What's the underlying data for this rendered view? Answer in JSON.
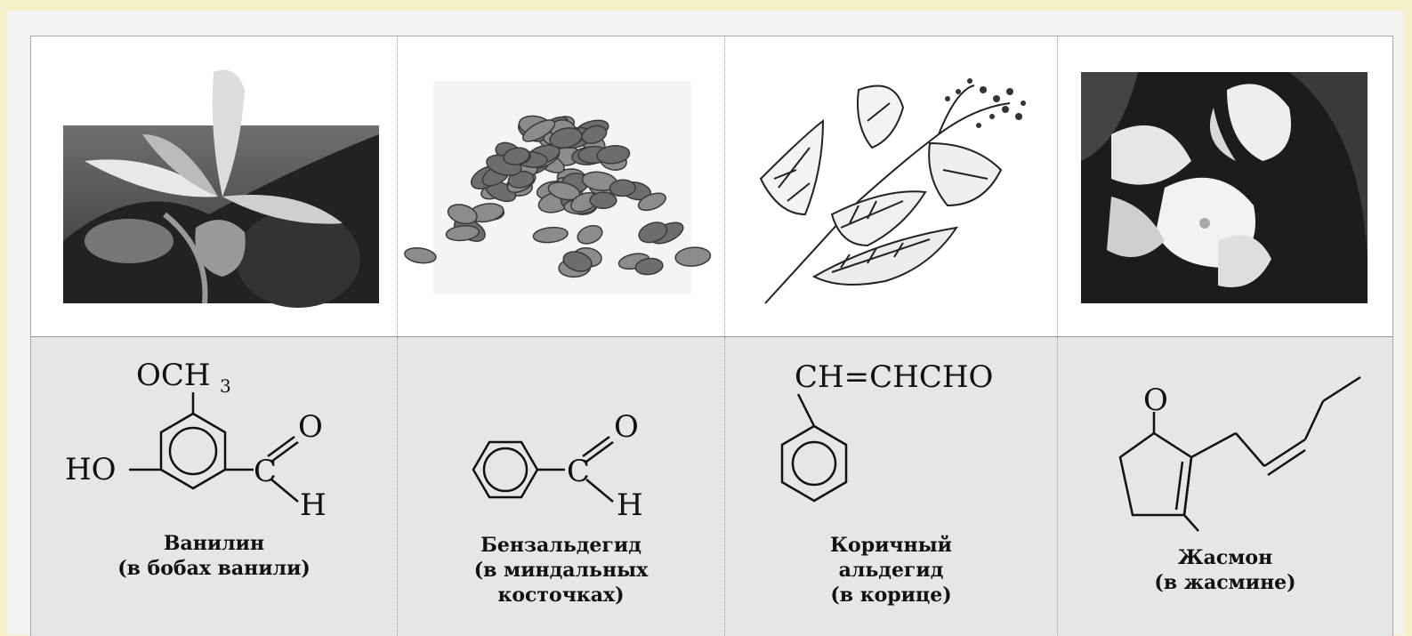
{
  "panels": [
    {
      "image_icon": "vanilla-flower-photo",
      "formula": {
        "group_top": "OCH",
        "group_top_sub": "3",
        "left_group": "HO",
        "carbon": "C",
        "oxygen": "O",
        "hydrogen": "H"
      },
      "caption": [
        "Ванилин",
        "(в бобах ванили)"
      ]
    },
    {
      "image_icon": "almond-seeds-photo",
      "formula": {
        "carbon": "C",
        "oxygen": "O",
        "hydrogen": "H"
      },
      "caption": [
        "Бензальдегид",
        "(в миндальных",
        "косточках)"
      ]
    },
    {
      "image_icon": "cinnamon-branch-drawing",
      "formula": {
        "side_chain": "CH=CHCHO"
      },
      "caption": [
        "Коричный",
        "альдегид",
        "(в корице)"
      ]
    },
    {
      "image_icon": "jasmine-flower-photo",
      "formula": {
        "oxygen": "O"
      },
      "caption": [
        "Жасмон",
        "(в жасмине)"
      ]
    }
  ]
}
